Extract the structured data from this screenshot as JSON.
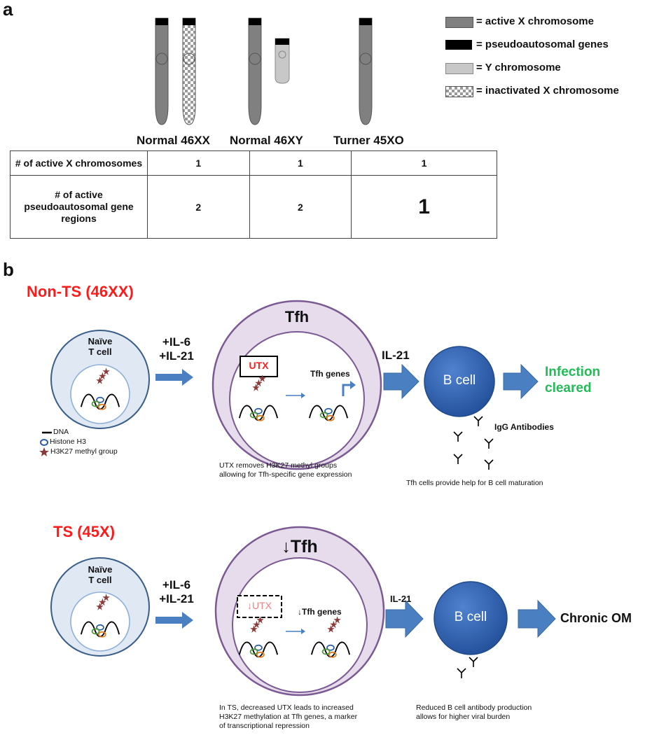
{
  "panel_a": {
    "letter": "a",
    "legend": [
      {
        "key": "active",
        "label": "= active X chromosome",
        "color": "#808080"
      },
      {
        "key": "par",
        "label": "= pseudoautosomal genes",
        "color": "#000000"
      },
      {
        "key": "y",
        "label": "= Y chromosome",
        "color": "#c8c8c8"
      },
      {
        "key": "inactive",
        "label": "= inactivated X chromosome",
        "color": "checker"
      }
    ],
    "genotypes": [
      "Normal 46XX",
      "Normal 46XY",
      "Turner 45XO"
    ],
    "table": {
      "rows": [
        {
          "header": "# of active X chromosomes",
          "values": [
            "1",
            "1",
            "1"
          ]
        },
        {
          "header": "# of active pseudoautosomal gene regions",
          "values": [
            "2",
            "2",
            "1"
          ]
        }
      ]
    }
  },
  "panel_b": {
    "letter": "b",
    "non_ts": {
      "title": "Non-TS (46XX)",
      "naive_label": "Naïve\nT cell",
      "cytokines": "+IL-6\n+IL-21",
      "tfh_label": "Tfh",
      "utx_label": "UTX",
      "tfh_genes": "Tfh genes",
      "il21": "IL-21",
      "b_cell": "B cell",
      "outcome": "Infection\ncleared",
      "igg": "IgG Antibodies",
      "caption_tfh": "UTX removes H3K27 methyl groups\nallowing for Tfh-specific gene expression",
      "caption_b": "Tfh  cells provide help for B cell maturation",
      "key": [
        "DNA",
        "Histone H3",
        "H3K27  methyl group"
      ]
    },
    "ts": {
      "title": "TS (45X)",
      "naive_label": "Naïve\nT cell",
      "cytokines": "+IL-6\n+IL-21",
      "tfh_label": "↓Tfh",
      "utx_label": "↓UTX",
      "tfh_genes": "↓Tfh genes",
      "il21": "IL-21",
      "b_cell": "B cell",
      "outcome": "Chronic OM",
      "caption_tfh": "In TS,  decreased UTX leads to increased\nH3K27 methylation at Tfh genes, a marker\nof transcriptional repression",
      "caption_b": "Reduced B cell antibody production\nallows for higher viral burden"
    },
    "colors": {
      "arrow": "#4a7fc1",
      "b_cell": "#2f5fae",
      "red": "#ff1a1a",
      "green": "#22bb55",
      "star": "#8b3a3a",
      "tfh_outer": "#e6dcec",
      "tfh_border": "#7b5a93",
      "naive_fill": "#dfe8f3",
      "naive_border": "#3a5d8a"
    }
  }
}
